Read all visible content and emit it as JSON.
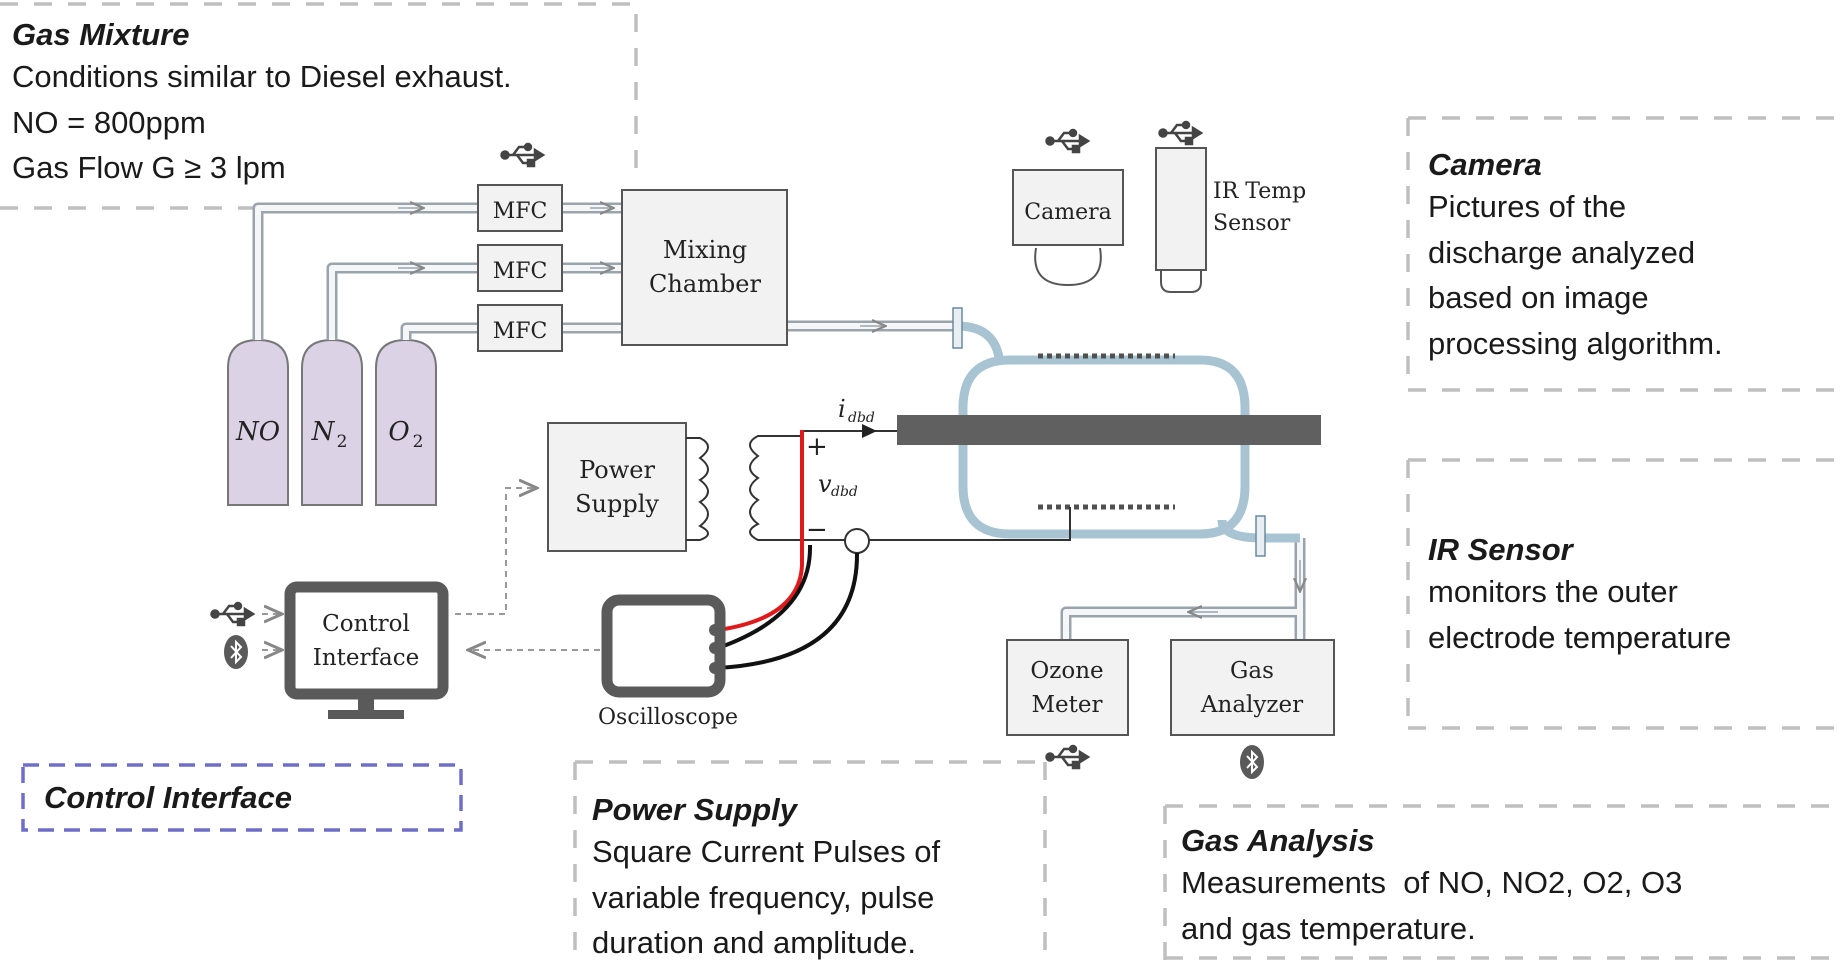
{
  "callouts": {
    "gas_mixture": {
      "title": "Gas Mixture",
      "lines": [
        "Conditions similar to Diesel exhaust.",
        "NO = 800ppm",
        "Gas Flow G ≥ 3 lpm"
      ]
    },
    "camera": {
      "title": "Camera",
      "lines": [
        "Pictures of the",
        "discharge analyzed",
        "based on image",
        "processing algorithm."
      ]
    },
    "ir_sensor": {
      "title": "IR Sensor",
      "lines": [
        "monitors the outer",
        "electrode temperature"
      ]
    },
    "control_interface": {
      "title": "Control Interface"
    },
    "power_supply": {
      "title": "Power Supply",
      "lines": [
        "Square Current Pulses of",
        "variable frequency, pulse",
        "duration and amplitude."
      ]
    },
    "gas_analysis": {
      "title": "Gas Analysis",
      "lines": [
        "Measurements  of NO, NO2, O2, O3",
        "and gas temperature."
      ]
    }
  },
  "diagram": {
    "mfc_1": "MFC",
    "mfc_2": "MFC",
    "mfc_3": "MFC",
    "mixing_chamber": [
      "Mixing",
      "Chamber"
    ],
    "cylinder_no": "NO",
    "cylinder_n2": "N",
    "cylinder_n2_sub": "2",
    "cylinder_o2": "O",
    "cylinder_o2_sub": "2",
    "camera": "Camera",
    "ir_temp_sensor": [
      "IR Temp",
      "Sensor"
    ],
    "power_supply": [
      "Power",
      "Supply"
    ],
    "current_label": "i",
    "current_sub": "dbd",
    "voltage_label": "v",
    "voltage_sub": "dbd",
    "plus": "+",
    "minus": "−",
    "control_interface": [
      "Control",
      "Interface"
    ],
    "oscilloscope": "Oscilloscope",
    "ozone_meter": [
      "Ozone",
      "Meter"
    ],
    "gas_analyzer": [
      "Gas",
      "Analyzer"
    ]
  },
  "colors": {
    "tube_fill": "#e9eef2",
    "tube_stroke": "#9aa4ad",
    "reactor": "#a8c4d3",
    "electrode": "#606060",
    "box_fill": "#f2f2f2",
    "cylinder_fill": "#dcd2e6",
    "red_wire": "#e01a1a",
    "dashed_border": "#bfbfbf",
    "control_dashed": "#6e6ec8"
  },
  "icons": [
    "usb-icon",
    "bluetooth-icon",
    "monitor-icon",
    "oscilloscope-icon",
    "camera-icon"
  ]
}
